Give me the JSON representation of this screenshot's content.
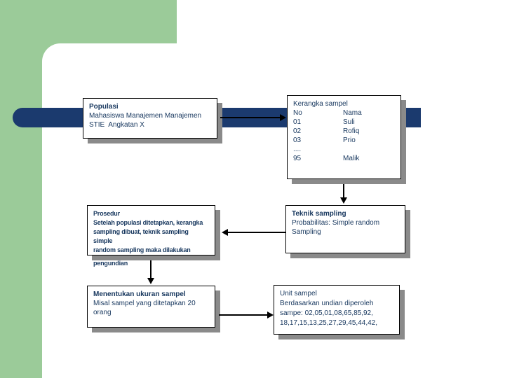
{
  "colors": {
    "sidebar_green": "#9BCB99",
    "accent_navy": "#1B3A6E",
    "box_text_navy": "#17375E",
    "box_shadow_gray": "#8a8a8a",
    "box_border": "#000000"
  },
  "diagram": {
    "populasi": {
      "title": "Populasi",
      "line1": "Mahasiswa Manajemen Manajemen",
      "line2": "STIE  Angkatan X"
    },
    "kerangka": {
      "title": "Kerangka sampel",
      "header": {
        "no": "No",
        "nama": "Nama"
      },
      "rows": [
        {
          "no": "01",
          "nama": "Suli"
        },
        {
          "no": "02",
          "nama": "Rofiq"
        },
        {
          "no": "03",
          "nama": "Prio"
        },
        {
          "no": "....",
          "nama": ""
        },
        {
          "no": "95",
          "nama": "Malik"
        }
      ]
    },
    "prosedur": {
      "title": "Prosedur",
      "line1": "Setelah populasi ditetapkan, kerangka",
      "line2": "sampling dibuat, teknik sampling simple",
      "line3": "random sampling maka dilakukan",
      "line4": "pengundian"
    },
    "teknik": {
      "title": "Teknik sampling",
      "line1": "Probabilitas: Simple random Sampling"
    },
    "ukuran": {
      "title": "Menentukan ukuran sampel",
      "line1": "Misal sampel yang ditetapkan 20",
      "line2": "orang"
    },
    "unit": {
      "line1": "Unit sampel",
      "line2": "Berdasarkan undian diperoleh",
      "line3": "sampe: 02,05,01,08,65,85,92,",
      "line4": "18,17,15,13,25,27,29,45,44,42,"
    }
  }
}
